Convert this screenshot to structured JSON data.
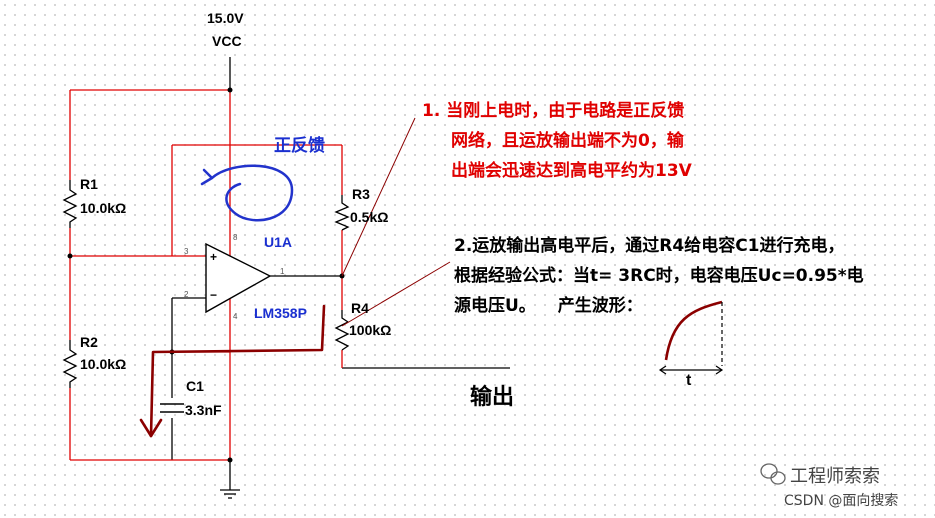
{
  "supply": {
    "voltage": "15.0V",
    "name": "VCC"
  },
  "components": {
    "r1": {
      "ref": "R1",
      "value": "10.0kΩ"
    },
    "r2": {
      "ref": "R2",
      "value": "10.0kΩ"
    },
    "r3": {
      "ref": "R3",
      "value": "0.5kΩ"
    },
    "r4": {
      "ref": "R4",
      "value": "100kΩ"
    },
    "c1": {
      "ref": "C1",
      "value": "3.3nF"
    },
    "u1": {
      "ref": "U1A",
      "part": "LM358P"
    }
  },
  "pins": {
    "p8": "8",
    "p3": "3",
    "p2": "2",
    "p1": "1",
    "p4": "4",
    "plus": "+",
    "minus": "−"
  },
  "feedback_label": "正反馈",
  "output_label": "输出",
  "note1": {
    "line1": "1.  当刚上电时，由于电路是正反馈",
    "line2": "网络，且运放输出端不为0，输",
    "line3": "出端会迅速达到高电平约为13V"
  },
  "note2": {
    "line1": "2.运放输出高电平后，通过R4给电容C1进行充电，",
    "line2": "根据经验公式：当t= 3RC时，电容电压Uc=0.95*电",
    "line3": "源电压U。",
    "waveform_title": "产生波形：",
    "time_axis": "t"
  },
  "watermark": {
    "logo_text": "工程师索索",
    "csdn": "CSDN @面向搜索"
  },
  "colors": {
    "wire": "#000000",
    "feedback_wire": "#e00000",
    "pointer": "#8b0000",
    "note1": "#e00000",
    "label_blue": "#1a2fd0"
  }
}
